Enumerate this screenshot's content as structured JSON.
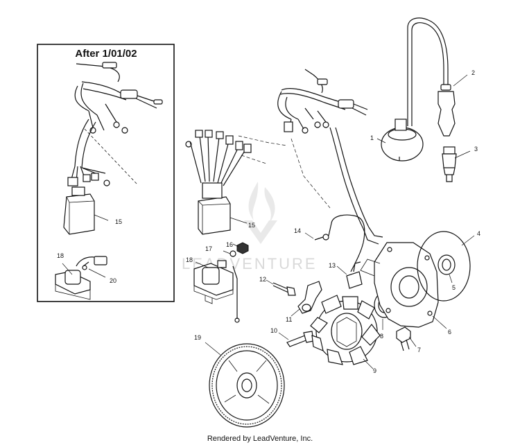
{
  "inset": {
    "title": "After 1/01/02"
  },
  "watermark": {
    "brand": "LEADVENTURE"
  },
  "callouts": {
    "c1": "1",
    "c2": "2",
    "c3": "3",
    "c4": "4",
    "c5": "5",
    "c6": "6",
    "c7": "7",
    "c8": "8",
    "c9": "9",
    "c10": "10",
    "c11": "11",
    "c12": "12",
    "c13": "13",
    "c14": "14",
    "c15a": "15",
    "c15b": "15",
    "c16": "16",
    "c17": "17",
    "c18a": "18",
    "c18b": "18",
    "c19": "19",
    "c20": "20"
  },
  "footer": {
    "credit": "Rendered by LeadVenture, Inc."
  },
  "icons": {
    "watermark_logo": "leadventure-flame-logo"
  }
}
